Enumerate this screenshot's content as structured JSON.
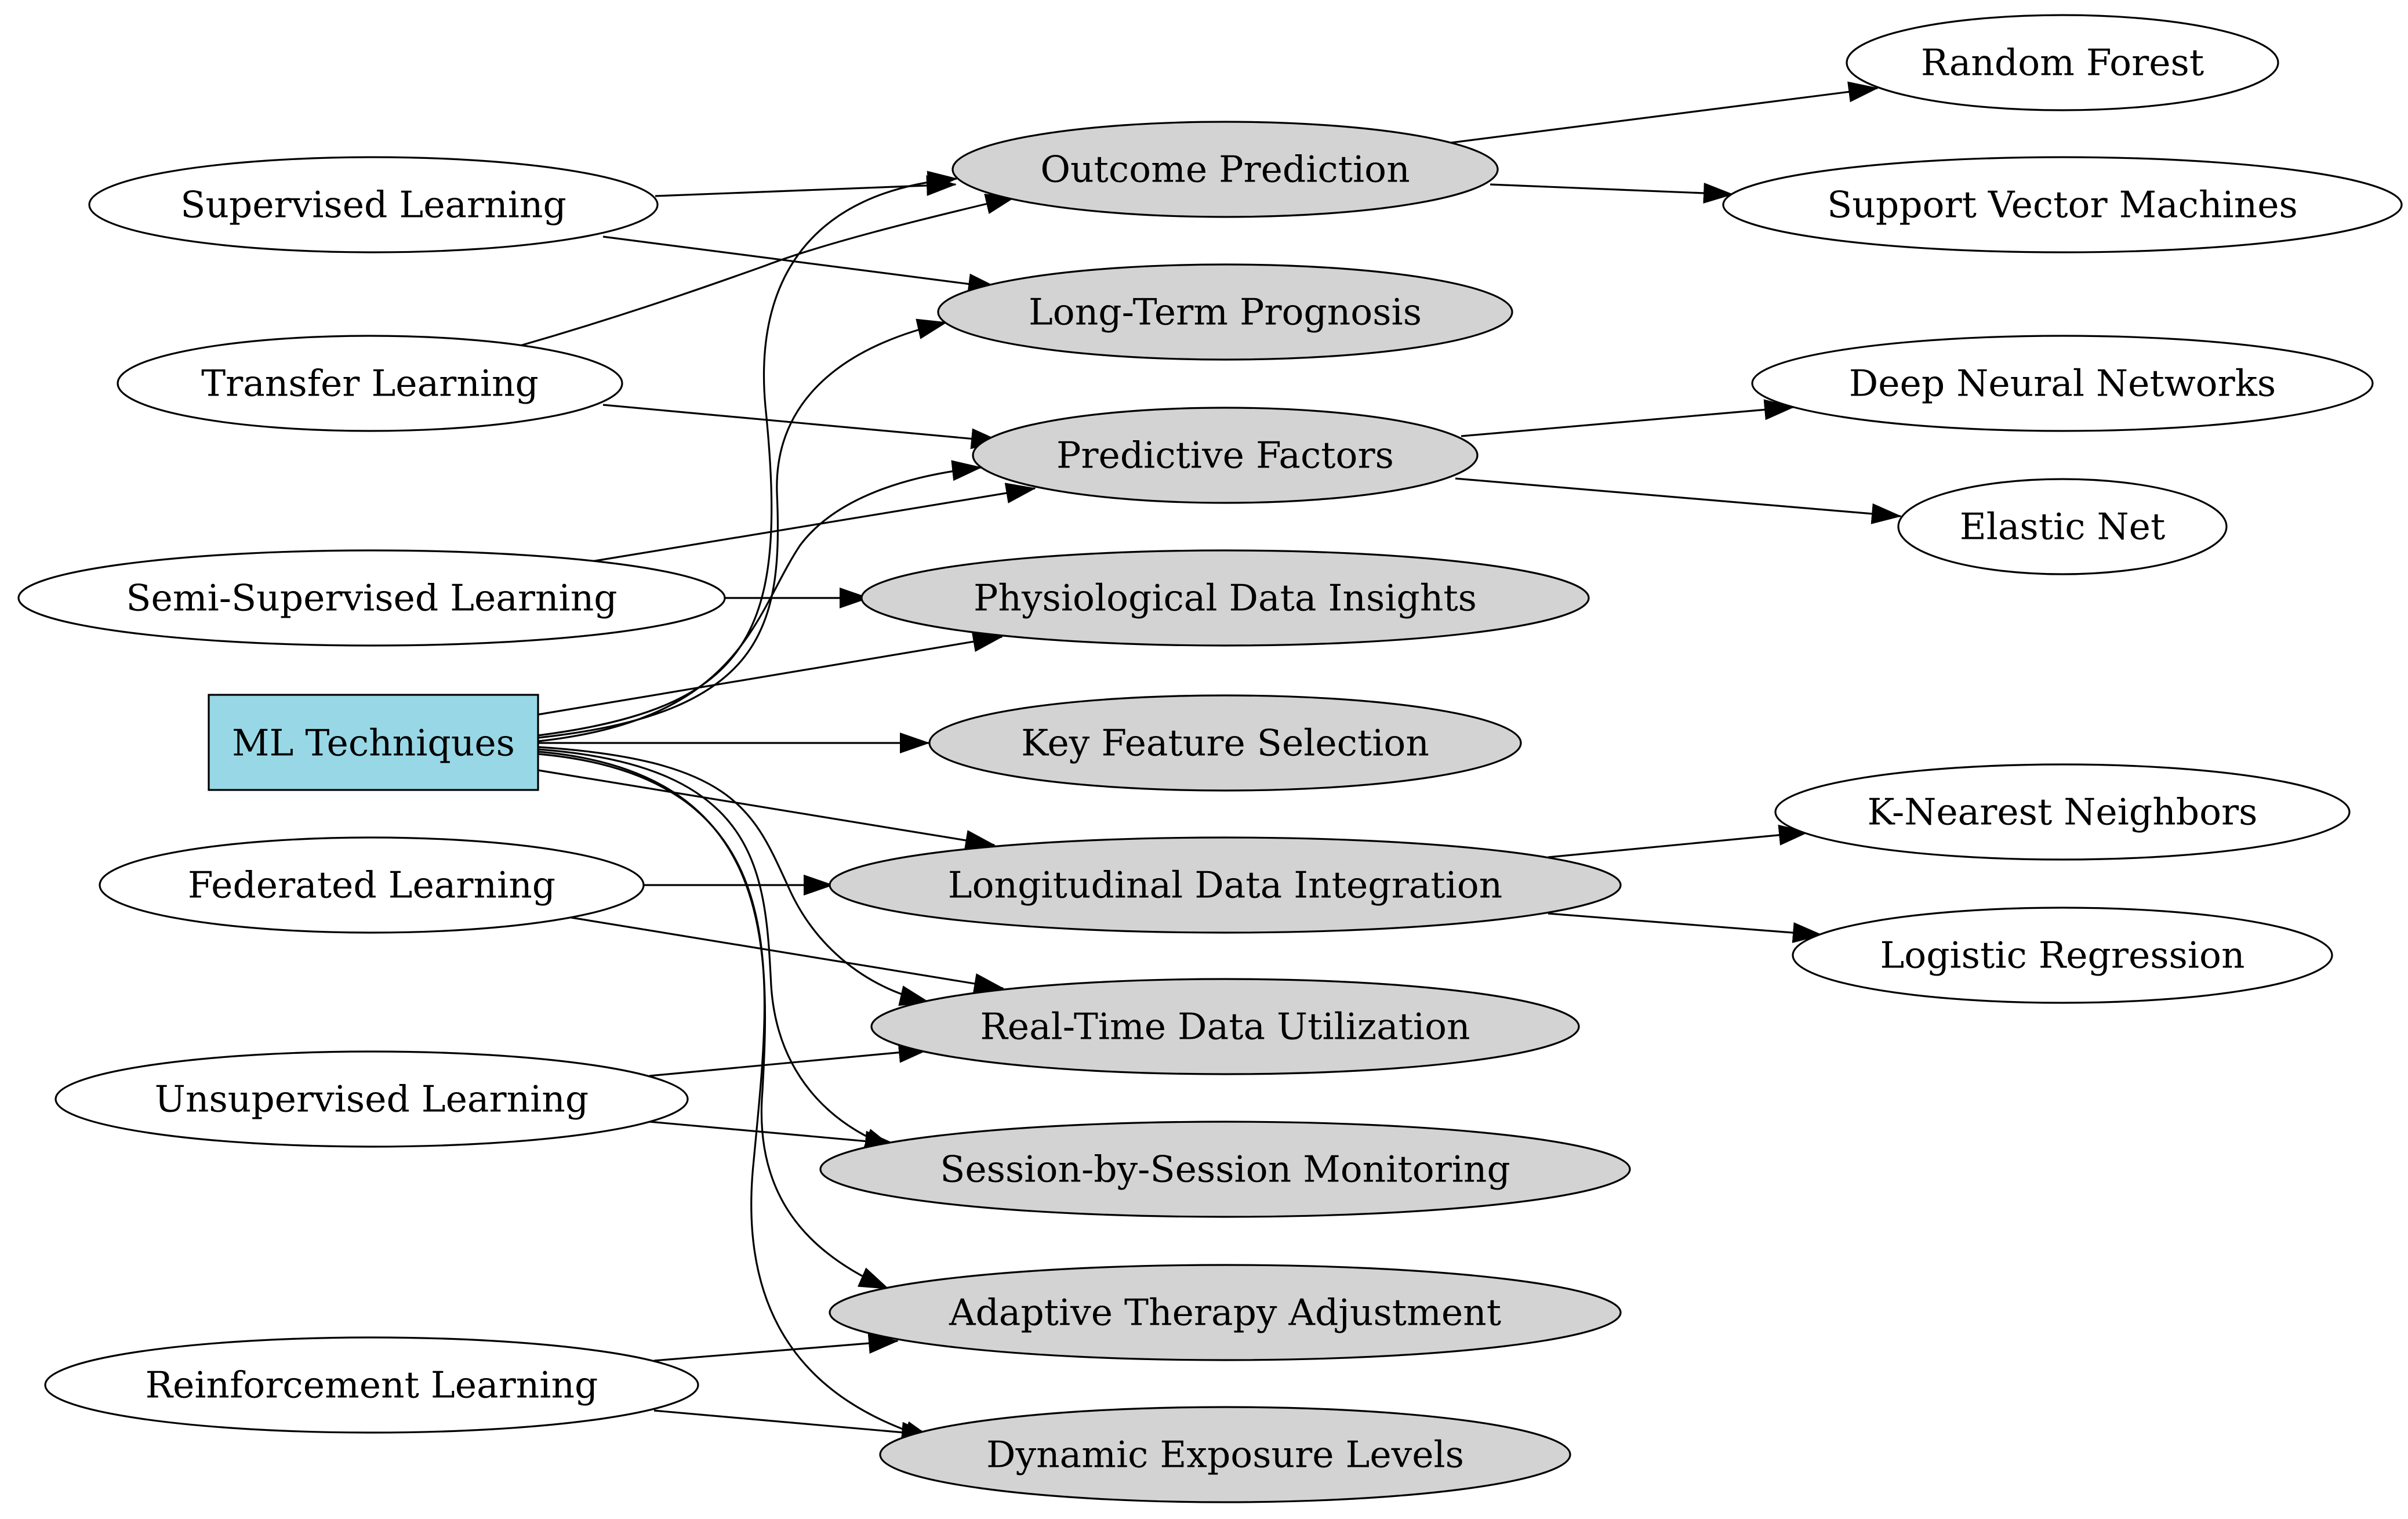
{
  "colors": {
    "root_fill": "#98d8e6",
    "outcome_fill": "#d3d3d3",
    "technique_fill": "#ffffff",
    "method_fill": "#ffffff",
    "edge": "#000000"
  },
  "nodes": {
    "root": {
      "label": "ML Techniques",
      "shape": "box"
    },
    "supervised": {
      "label": "Supervised Learning"
    },
    "transfer": {
      "label": "Transfer Learning"
    },
    "semi_supervised": {
      "label": "Semi-Supervised Learning"
    },
    "federated": {
      "label": "Federated Learning"
    },
    "unsupervised": {
      "label": "Unsupervised Learning"
    },
    "reinforcement": {
      "label": "Reinforcement Learning"
    },
    "outcome_prediction": {
      "label": "Outcome Prediction"
    },
    "long_term_prognosis": {
      "label": "Long-Term Prognosis"
    },
    "predictive_factors": {
      "label": "Predictive Factors"
    },
    "physiological_insights": {
      "label": "Physiological Data Insights"
    },
    "key_feature_selection": {
      "label": "Key Feature Selection"
    },
    "longitudinal_integration": {
      "label": "Longitudinal Data Integration"
    },
    "real_time_utilization": {
      "label": "Real-Time Data Utilization"
    },
    "session_monitoring": {
      "label": "Session-by-Session Monitoring"
    },
    "adaptive_therapy": {
      "label": "Adaptive Therapy Adjustment"
    },
    "dynamic_exposure": {
      "label": "Dynamic Exposure Levels"
    },
    "random_forest": {
      "label": "Random Forest"
    },
    "svm": {
      "label": "Support Vector Machines"
    },
    "dnn": {
      "label": "Deep Neural Networks"
    },
    "elastic_net": {
      "label": "Elastic Net"
    },
    "knn": {
      "label": "K-Nearest Neighbors"
    },
    "logistic_regression": {
      "label": "Logistic Regression"
    }
  },
  "edges": [
    {
      "from": "supervised",
      "to": "outcome_prediction"
    },
    {
      "from": "supervised",
      "to": "long_term_prognosis"
    },
    {
      "from": "transfer",
      "to": "outcome_prediction"
    },
    {
      "from": "transfer",
      "to": "predictive_factors"
    },
    {
      "from": "semi_supervised",
      "to": "predictive_factors"
    },
    {
      "from": "semi_supervised",
      "to": "physiological_insights"
    },
    {
      "from": "root",
      "to": "outcome_prediction"
    },
    {
      "from": "root",
      "to": "long_term_prognosis"
    },
    {
      "from": "root",
      "to": "predictive_factors"
    },
    {
      "from": "root",
      "to": "physiological_insights"
    },
    {
      "from": "root",
      "to": "key_feature_selection"
    },
    {
      "from": "root",
      "to": "longitudinal_integration"
    },
    {
      "from": "root",
      "to": "real_time_utilization"
    },
    {
      "from": "root",
      "to": "session_monitoring"
    },
    {
      "from": "root",
      "to": "adaptive_therapy"
    },
    {
      "from": "root",
      "to": "dynamic_exposure"
    },
    {
      "from": "federated",
      "to": "longitudinal_integration"
    },
    {
      "from": "federated",
      "to": "real_time_utilization"
    },
    {
      "from": "unsupervised",
      "to": "real_time_utilization"
    },
    {
      "from": "unsupervised",
      "to": "session_monitoring"
    },
    {
      "from": "reinforcement",
      "to": "adaptive_therapy"
    },
    {
      "from": "reinforcement",
      "to": "dynamic_exposure"
    },
    {
      "from": "outcome_prediction",
      "to": "random_forest"
    },
    {
      "from": "outcome_prediction",
      "to": "svm"
    },
    {
      "from": "predictive_factors",
      "to": "dnn"
    },
    {
      "from": "predictive_factors",
      "to": "elastic_net"
    },
    {
      "from": "longitudinal_integration",
      "to": "knn"
    },
    {
      "from": "longitudinal_integration",
      "to": "logistic_regression"
    }
  ]
}
